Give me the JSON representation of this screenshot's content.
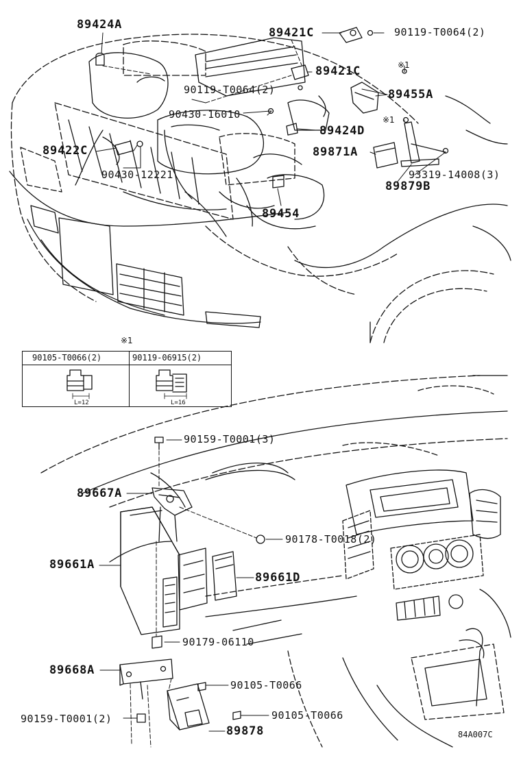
{
  "labels": {
    "p89424A": "89424A",
    "p89421C_top": "89421C",
    "p90119_top": "90119-T0064(2)",
    "p89421C_mid": "89421C",
    "p90119_mid": "90119-T0064(2)",
    "p89455A": "89455A",
    "p90430_16010": "90430-16010",
    "p89424D": "89424D",
    "p89422C": "89422C",
    "p89871A": "89871A",
    "p90430_12221": "90430-12221",
    "p93319": "93319-14008(3)",
    "p89879B": "89879B",
    "p89454": "89454",
    "p90159_top": "90159-T0001(3)",
    "p89667A": "89667A",
    "p90178": "90178-T0018(2)",
    "p89661A": "89661A",
    "p89661D": "89661D",
    "p90179": "90179-06110",
    "p89668A": "89668A",
    "p90105_a": "90105-T0066",
    "p90105_b": "90105-T0066",
    "p90159_bot": "90159-T0001(2)",
    "p89878": "89878",
    "code": "84A007C"
  },
  "notes": {
    "mark_1a": "※1",
    "mark_1b": "※1",
    "mark_inset": "※1"
  },
  "inset": {
    "left_header": "90105-T0066(2)",
    "right_header": "90119-06915(2)",
    "left_dim": "L=12",
    "right_dim": "L=16"
  }
}
